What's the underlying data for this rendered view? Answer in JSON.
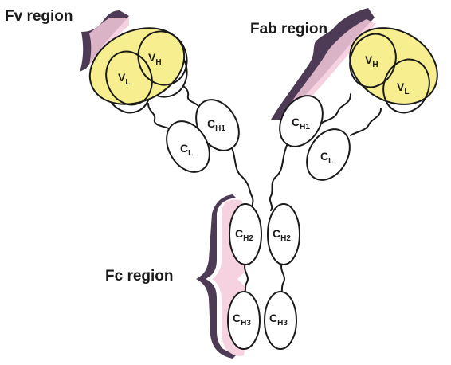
{
  "regions": {
    "fv": "Fv region",
    "fab": "Fab region",
    "fc": "Fc region"
  },
  "domains": {
    "vl_left": {
      "main": "V",
      "sub": "L"
    },
    "vh_left": {
      "main": "V",
      "sub": "H"
    },
    "ch1_left": {
      "main": "C",
      "sub": "H1"
    },
    "cl_left": {
      "main": "C",
      "sub": "L"
    },
    "vh_right": {
      "main": "V",
      "sub": "H"
    },
    "vl_right": {
      "main": "V",
      "sub": "L"
    },
    "ch1_right": {
      "main": "C",
      "sub": "H1"
    },
    "cl_right": {
      "main": "C",
      "sub": "L"
    },
    "ch2_left": {
      "main": "C",
      "sub": "H2"
    },
    "ch2_right": {
      "main": "C",
      "sub": "H2"
    },
    "ch3_left": {
      "main": "C",
      "sub": "H3"
    },
    "ch3_right": {
      "main": "C",
      "sub": "H3"
    }
  },
  "colors": {
    "variable_domain_fill": "#f7ef8f",
    "brace_shadow": "#4d3a55",
    "brace_highlight": "#f5c9da",
    "outline": "#1a1a1a"
  }
}
